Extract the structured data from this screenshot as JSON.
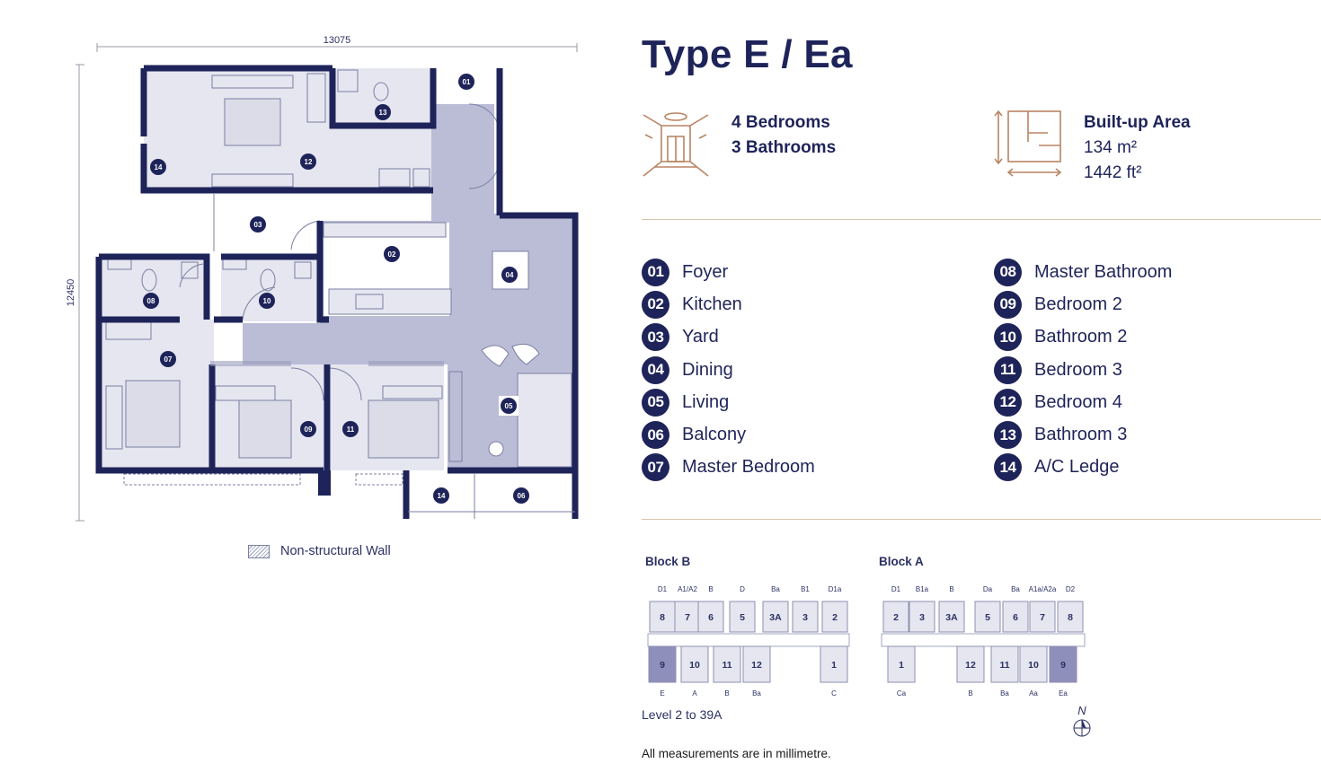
{
  "unit": {
    "title": "Type E / Ea",
    "bedrooms": "4 Bedrooms",
    "bathrooms": "3 Bathrooms",
    "area_label": "Built-up Area",
    "area_sqm": "134 m²",
    "area_sqft": "1442 ft²"
  },
  "plan": {
    "width_dim": "13075",
    "depth_dim": "12450",
    "non_structural_label": "Non-structural Wall"
  },
  "legend": [
    {
      "num": "01",
      "label": "Foyer"
    },
    {
      "num": "02",
      "label": "Kitchen"
    },
    {
      "num": "03",
      "label": "Yard"
    },
    {
      "num": "04",
      "label": "Dining"
    },
    {
      "num": "05",
      "label": "Living"
    },
    {
      "num": "06",
      "label": "Balcony"
    },
    {
      "num": "07",
      "label": "Master Bedroom"
    },
    {
      "num": "08",
      "label": "Master Bathroom"
    },
    {
      "num": "09",
      "label": "Bedroom 2"
    },
    {
      "num": "10",
      "label": "Bathroom 2"
    },
    {
      "num": "11",
      "label": "Bedroom 3"
    },
    {
      "num": "12",
      "label": "Bedroom 4"
    },
    {
      "num": "13",
      "label": "Bathroom 3"
    },
    {
      "num": "14",
      "label": "A/C Ledge"
    }
  ],
  "key_plan": {
    "block_b": {
      "title": "Block B",
      "top_labels": [
        "D1",
        "A1/A2",
        "B",
        "D",
        "Ba",
        "B1",
        "D1a"
      ],
      "top_units": [
        "8",
        "7",
        "6",
        "5",
        "3A",
        "3",
        "2"
      ],
      "bottom_units": [
        "9",
        "10",
        "11",
        "12",
        "1"
      ],
      "bottom_labels": [
        "E",
        "A",
        "B",
        "Ba",
        "C"
      ]
    },
    "block_a": {
      "title": "Block A",
      "top_labels": [
        "D1",
        "B1a",
        "B",
        "Da",
        "Ba",
        "A1a/A2a",
        "D2"
      ],
      "top_units": [
        "2",
        "3",
        "3A",
        "5",
        "6",
        "7",
        "8"
      ],
      "bottom_units": [
        "1",
        "12",
        "11",
        "10",
        "9"
      ],
      "bottom_labels": [
        "Ca",
        "B",
        "Ba",
        "Aa",
        "Ea"
      ]
    },
    "level": "Level 2 to 39A",
    "north": "N"
  },
  "note": "All measurements are in millimetre.",
  "colors": {
    "navy": "#1e2459",
    "room_fill": "#e6e6f0",
    "circulation_fill": "#bbbcd6",
    "highlight_unit": "#8e8fbb",
    "copper": "#b98463"
  }
}
